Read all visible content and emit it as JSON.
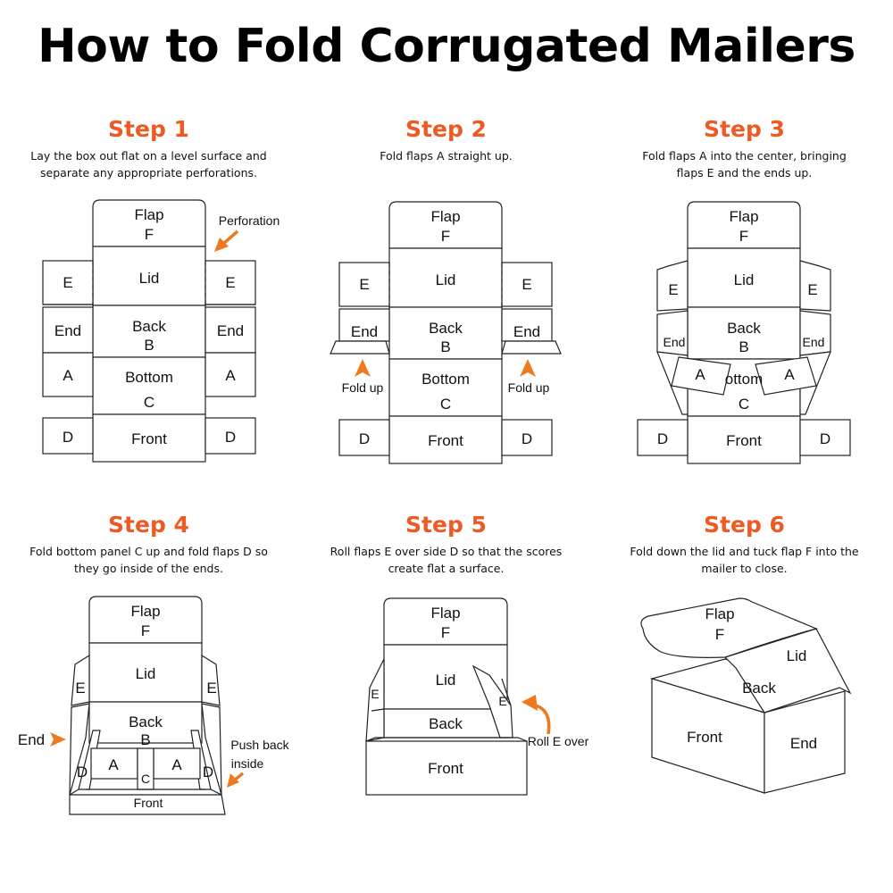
{
  "title": "How to Fold Corrugated Mailers",
  "accent_color": "#ee5a24",
  "steps": [
    {
      "title": "Step 1",
      "desc_lines": [
        "Lay the box out flat on a level surface and",
        "separate any appropriate perforations."
      ],
      "labels": {
        "flap": "Flap",
        "f": "F",
        "lid": "Lid",
        "e": "E",
        "end": "End",
        "back": "Back",
        "b": "B",
        "a": "A",
        "bottom": "Bottom",
        "c": "C",
        "d": "D",
        "front": "Front",
        "perforation": "Perforation"
      }
    },
    {
      "title": "Step 2",
      "desc_lines": [
        "Fold flaps A straight up."
      ],
      "labels": {
        "flap": "Flap",
        "f": "F",
        "lid": "Lid",
        "e": "E",
        "end": "End",
        "back": "Back",
        "b": "B",
        "bottom": "Bottom",
        "c": "C",
        "d": "D",
        "front": "Front",
        "fold_up": "Fold up"
      }
    },
    {
      "title": "Step 3",
      "desc_lines": [
        "Fold flaps A into the center, bringing",
        "flaps E and the ends up."
      ],
      "labels": {
        "flap": "Flap",
        "f": "F",
        "lid": "Lid",
        "e": "E",
        "end": "End",
        "back": "Back",
        "b": "B",
        "a": "A",
        "bottom_partial": "ottom",
        "c": "C",
        "d": "D",
        "front": "Front"
      }
    },
    {
      "title": "Step 4",
      "desc_lines": [
        "Fold bottom panel C up and fold flaps D so",
        "they go inside of the ends."
      ],
      "labels": {
        "flap": "Flap",
        "f": "F",
        "lid": "Lid",
        "e": "E",
        "back": "Back",
        "b": "B",
        "a": "A",
        "c": "C",
        "d": "D",
        "front": "Front",
        "end": "End",
        "push_back_1": "Push back",
        "push_back_2": "inside"
      }
    },
    {
      "title": "Step 5",
      "desc_lines": [
        "Roll flaps E over side D so that the scores",
        "create flat a surface."
      ],
      "labels": {
        "flap": "Flap",
        "f": "F",
        "lid": "Lid",
        "e": "E",
        "back": "Back",
        "front": "Front",
        "roll_e_over": "Roll E over"
      }
    },
    {
      "title": "Step 6",
      "desc_lines": [
        "Fold down the lid and tuck flap F into the",
        "mailer to close."
      ],
      "labels": {
        "flap": "Flap",
        "f": "F",
        "lid": "Lid",
        "back": "Back",
        "front": "Front",
        "end": "End"
      }
    }
  ]
}
